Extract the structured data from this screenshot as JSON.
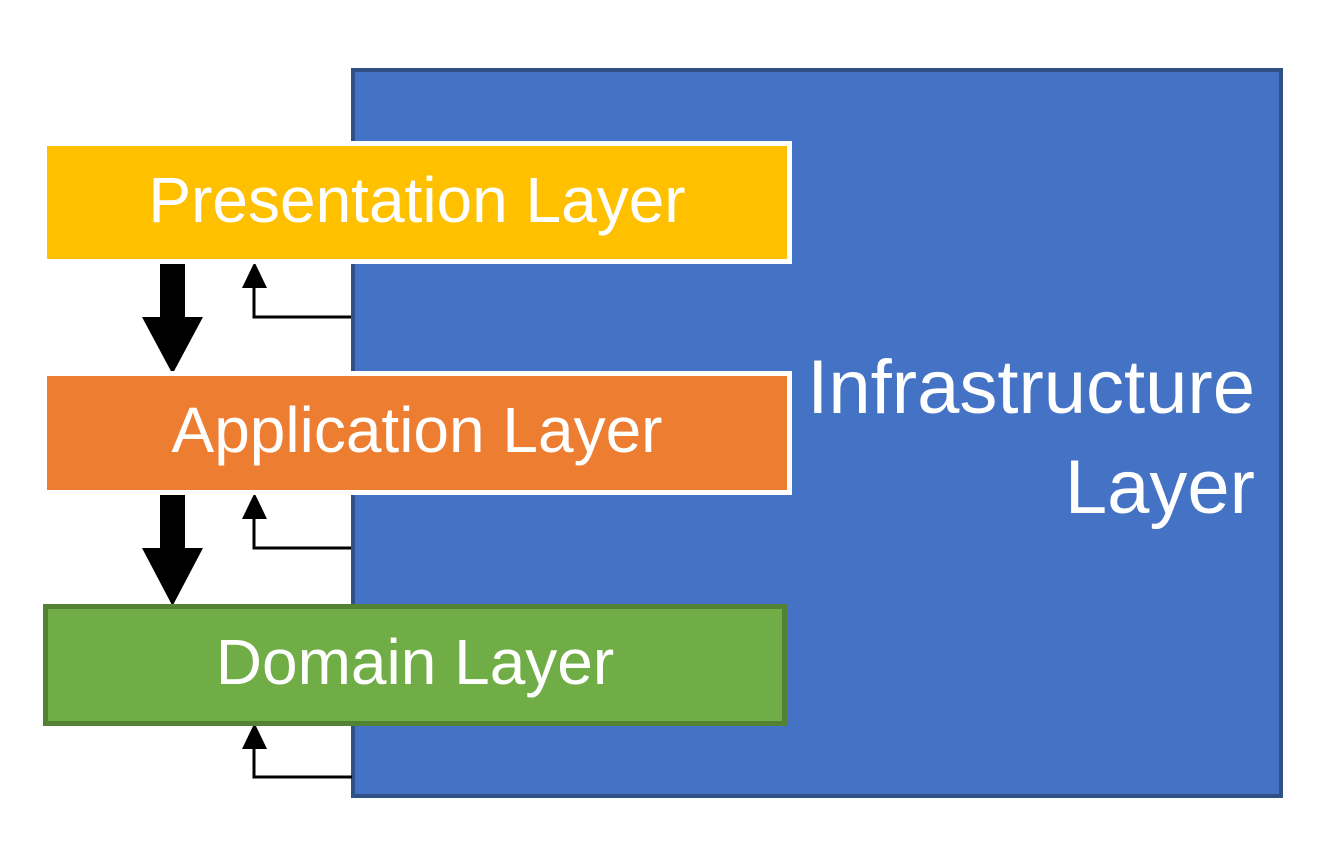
{
  "diagram": {
    "layers": [
      {
        "id": "presentation",
        "label": "Presentation Layer",
        "fill": "#FFC000",
        "border": "#FFFFFF"
      },
      {
        "id": "application",
        "label": "Application Layer",
        "fill": "#ED7D31",
        "border": "#FFFFFF"
      },
      {
        "id": "domain",
        "label": "Domain Layer",
        "fill": "#70AD47",
        "border": "#548235"
      },
      {
        "id": "infrastructure",
        "label": "Infrastructure Layer",
        "fill": "#4472C4",
        "border": "#2F5185"
      }
    ],
    "text_color": "#FFFFFF",
    "arrow_color": "#000000",
    "arrows": [
      {
        "type": "thick-down",
        "from": "presentation",
        "to": "application"
      },
      {
        "type": "thick-down",
        "from": "application",
        "to": "domain"
      },
      {
        "type": "thin-elbow-up",
        "from": "infrastructure",
        "to": "presentation"
      },
      {
        "type": "thin-elbow-up",
        "from": "infrastructure",
        "to": "application"
      },
      {
        "type": "thin-elbow-up",
        "from": "infrastructure",
        "to": "domain"
      }
    ]
  }
}
